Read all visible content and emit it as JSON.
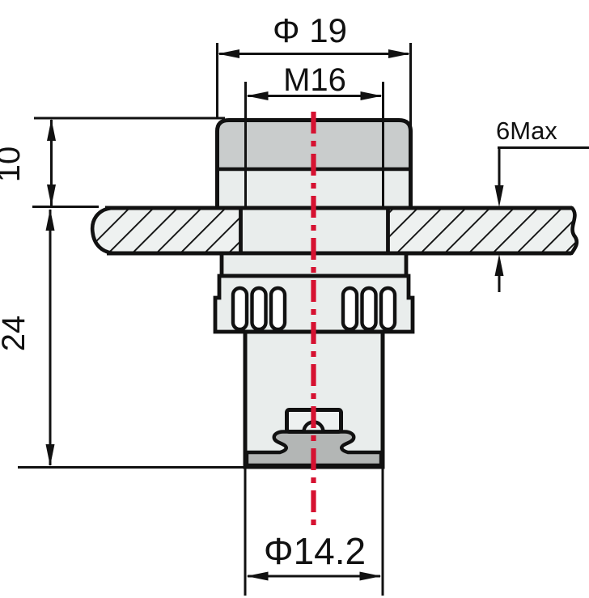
{
  "diagram": {
    "kind": "technical-dimension-drawing",
    "dimensions": {
      "top_diameter": "Φ 19",
      "thread": "M16",
      "panel_thickness": "6Max",
      "head_height": "10",
      "body_length": "24",
      "bottom_diameter": "Φ14.2"
    },
    "colors": {
      "outline": "#111111",
      "centerline_red": "#d61231",
      "cap_gray": "#c9cccc",
      "body_light_gray": "#e9edec",
      "panel_light_gray": "#eef1f0",
      "terminal_gray": "#b3b6b5",
      "background": "#ffffff"
    }
  }
}
